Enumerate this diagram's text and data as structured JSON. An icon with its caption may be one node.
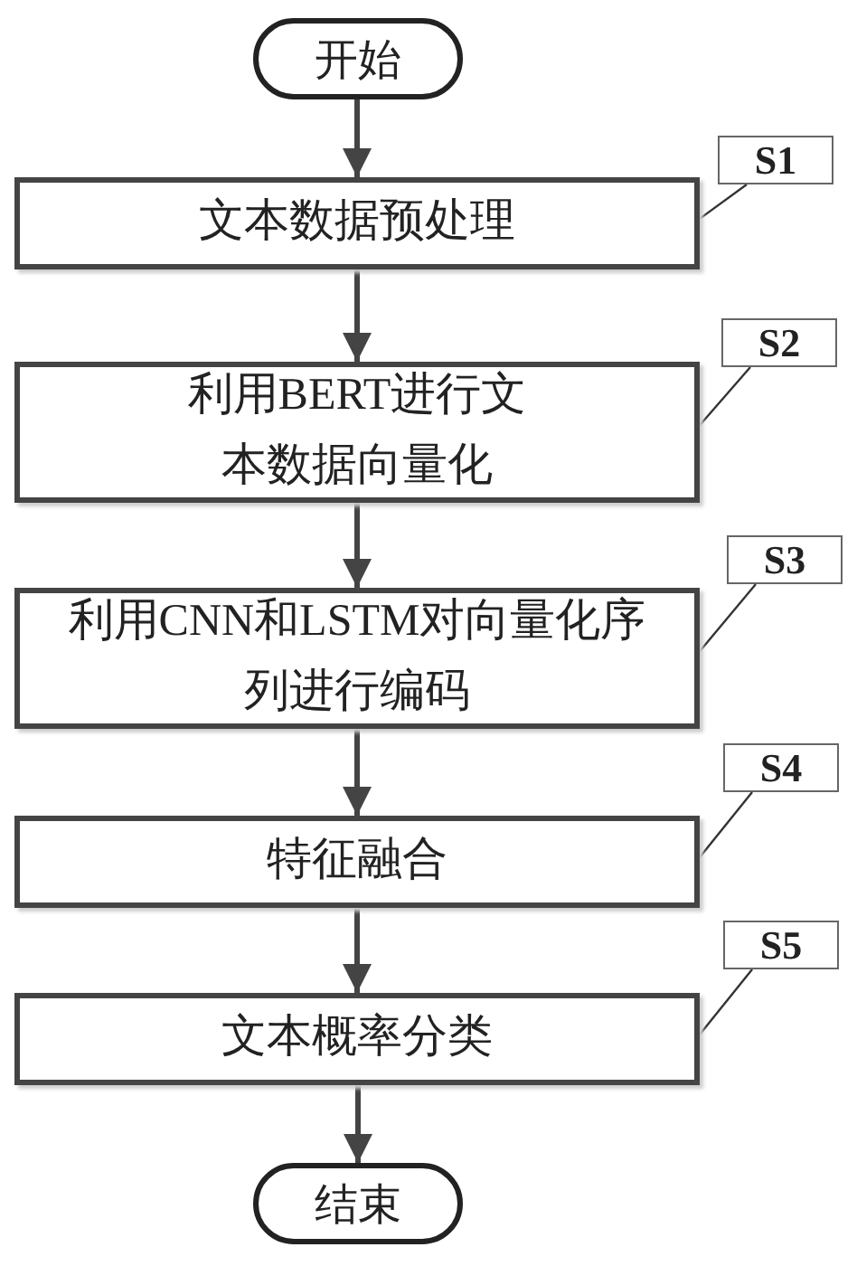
{
  "diagram": {
    "nodes": [
      {
        "text": [
          "开始"
        ]
      },
      {
        "text": [
          "文本数据预处理"
        ]
      },
      {
        "text": [
          "利用BERT进行文本数据向量化"
        ]
      },
      {
        "text": [
          "利用CNN和LSTM对向量化序列进行编码"
        ]
      },
      {
        "text": [
          "特征融合"
        ]
      },
      {
        "text": [
          "文本概率分类"
        ]
      },
      {
        "text": [
          "结束"
        ]
      },
      {
        "text": [
          "S1"
        ]
      },
      {
        "text": [
          "S2"
        ]
      },
      {
        "text": [
          "S3"
        ]
      },
      {
        "text": [
          "S4"
        ]
      },
      {
        "text": [
          "S5"
        ]
      }
    ],
    "edges": [
      {
        "from": 0,
        "to": 1,
        "arrow": "to"
      },
      {
        "from": 1,
        "to": 2,
        "arrow": "to"
      },
      {
        "from": 2,
        "to": 3,
        "arrow": "to"
      },
      {
        "from": 3,
        "to": 4,
        "arrow": "to"
      },
      {
        "from": 4,
        "to": 5,
        "arrow": "to"
      },
      {
        "from": 5,
        "to": 6,
        "arrow": "to"
      },
      {
        "from": 7,
        "to": 1,
        "arrow": "none"
      },
      {
        "from": 8,
        "to": 2,
        "arrow": "none"
      },
      {
        "from": 9,
        "to": 3,
        "arrow": "none"
      },
      {
        "from": 10,
        "to": 4,
        "arrow": "none"
      },
      {
        "from": 11,
        "to": 5,
        "arrow": "none"
      }
    ]
  }
}
